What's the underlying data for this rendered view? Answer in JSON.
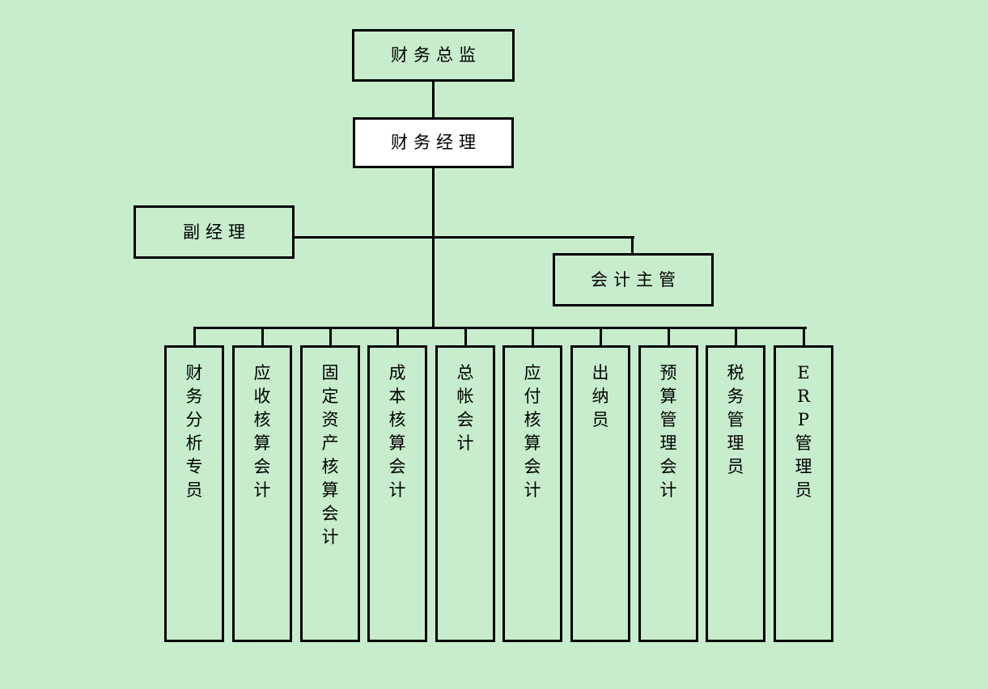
{
  "colors": {
    "page_background": "#c7edcc",
    "node_fill": "#c7edcc",
    "manager_node_fill": "#ffffff",
    "line": "#000000",
    "text": "#000000"
  },
  "org_chart": {
    "director": {
      "label": "财务总监"
    },
    "manager": {
      "label": "财务经理"
    },
    "deputy_manager": {
      "label": "副经理"
    },
    "accounting_supervisor": {
      "label": "会计主管"
    },
    "staff": [
      {
        "label": "财务分析专员"
      },
      {
        "label": "应收核算会计"
      },
      {
        "label": "固定资产核算会计"
      },
      {
        "label": "成本核算会计"
      },
      {
        "label": "总帐会计"
      },
      {
        "label": "应付核算会计"
      },
      {
        "label": "出纳员"
      },
      {
        "label": "预算管理会计"
      },
      {
        "label": "税务管理员"
      },
      {
        "label": "ERP管理员"
      }
    ]
  }
}
